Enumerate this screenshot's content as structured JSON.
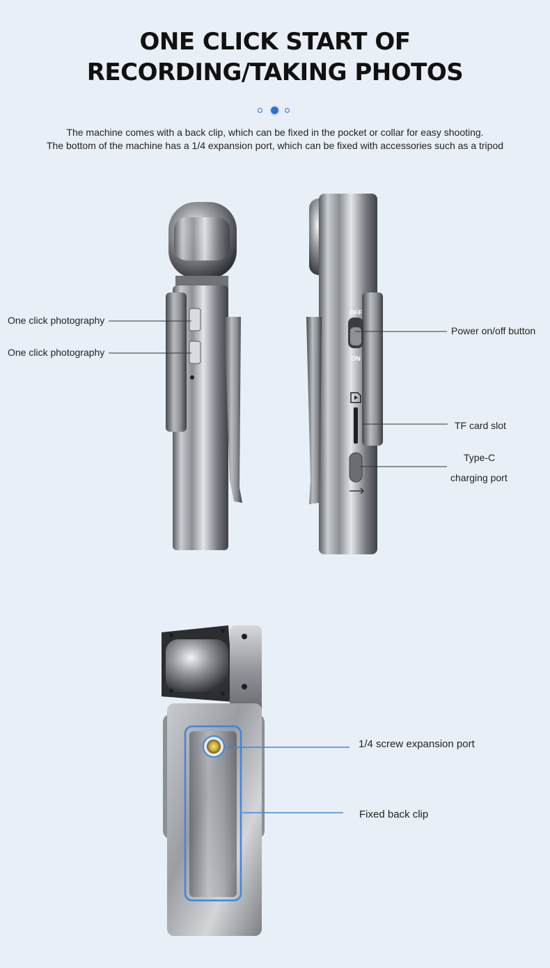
{
  "header": {
    "title_line1": "ONE CLICK START OF",
    "title_line2": "RECORDING/TAKING PHOTOS",
    "pager": {
      "count": 3,
      "active_index": 1
    }
  },
  "description": {
    "line1": "The machine comes with a back clip, which can be fixed in the pocket or collar for easy shooting.",
    "line2": "The bottom of the machine has a 1/4 expansion port, which can be fixed with accessories such as a tripod"
  },
  "side_view_left": {
    "callout_1": "One click photography",
    "callout_2": "One click photography"
  },
  "side_view_right": {
    "switch_off": "OFF",
    "switch_on": "ON",
    "power_label": "Power on/off button",
    "tf_label": "TF card slot",
    "typec_line1": "Type-C",
    "typec_line2": "charging port"
  },
  "back_view": {
    "screw_label": "1/4 screw expansion port",
    "clip_label": "Fixed back clip"
  },
  "colors": {
    "background": "#e9eff6",
    "accent_blue": "#2d6fd6",
    "callout_line": "#333333",
    "highlight_line": "#3f86d9"
  }
}
